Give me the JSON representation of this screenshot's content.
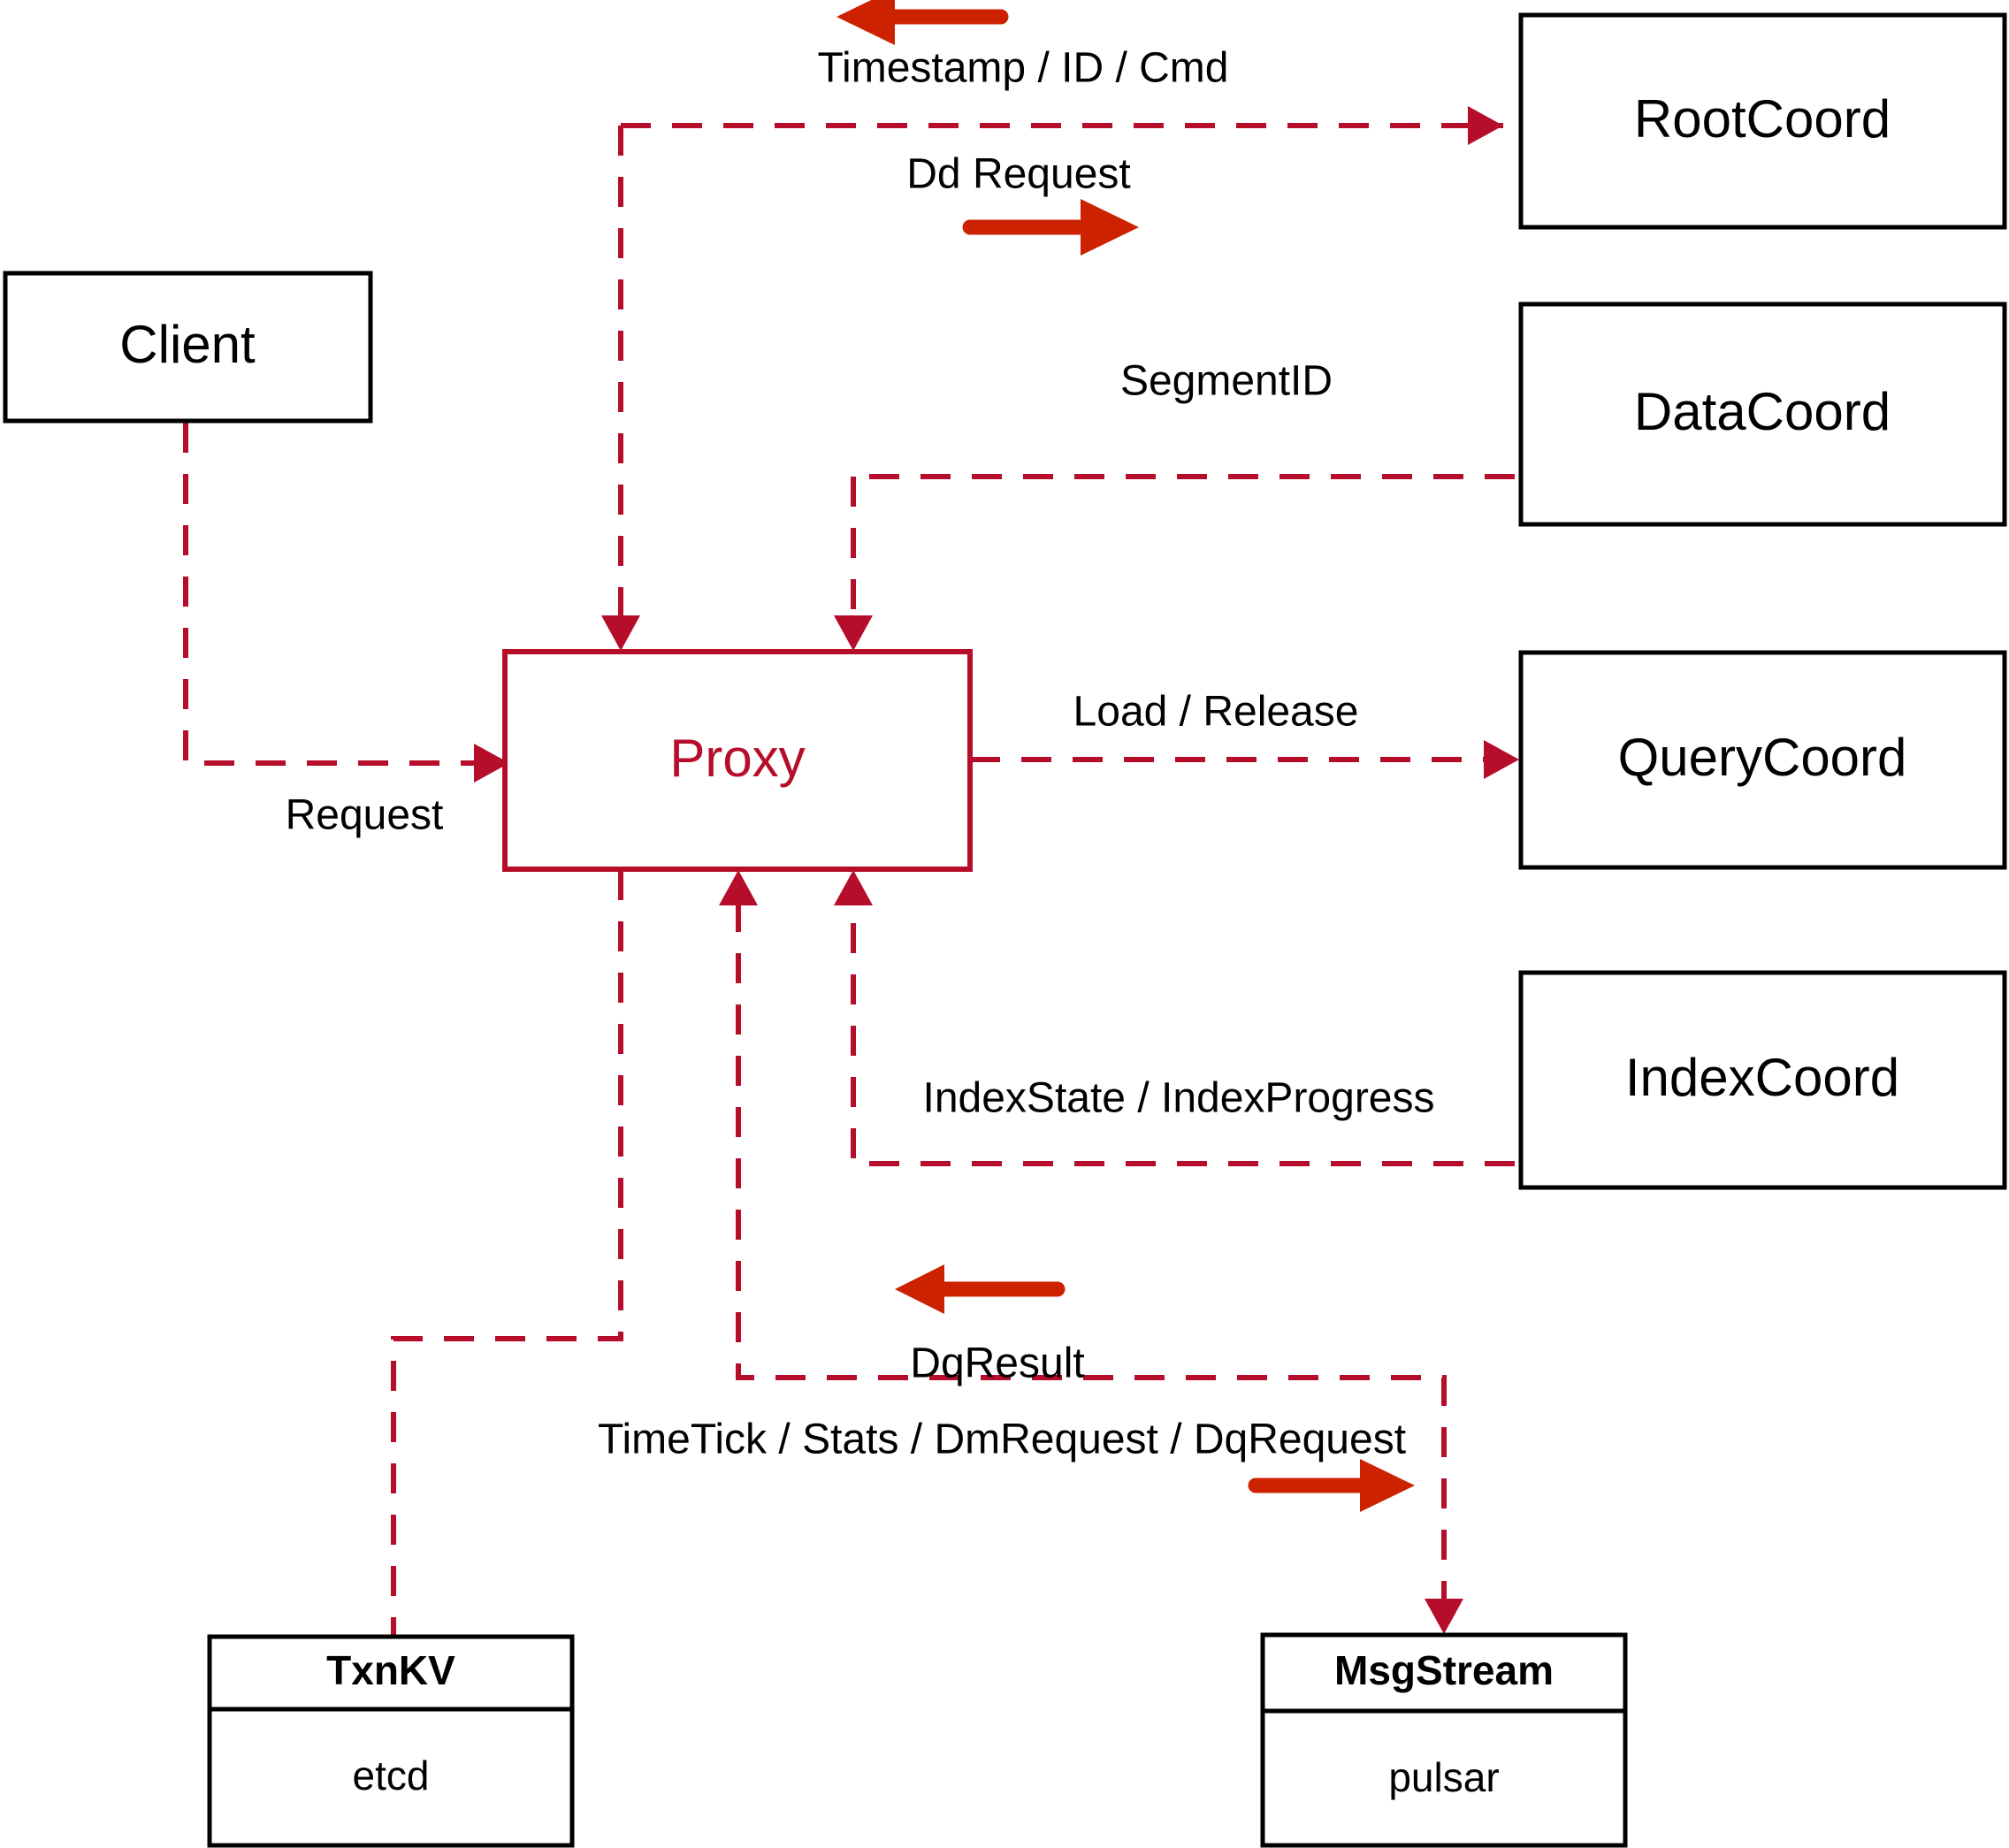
{
  "diagram": {
    "title": "Milvus Proxy component interaction diagram",
    "colors": {
      "accent_red": "#b50d2a",
      "arrow_red": "#cc2200",
      "box_stroke": "#000000",
      "background": "#ffffff"
    },
    "nodes": {
      "client": {
        "label": "Client"
      },
      "proxy": {
        "label": "Proxy"
      },
      "root_coord": {
        "label": "RootCoord"
      },
      "data_coord": {
        "label": "DataCoord"
      },
      "query_coord": {
        "label": "QueryCoord"
      },
      "index_coord": {
        "label": "IndexCoord"
      },
      "txnkv": {
        "label": "TxnKV",
        "impl": "etcd"
      },
      "msgstream": {
        "label": "MsgStream",
        "impl": "pulsar"
      }
    },
    "edges": {
      "timestamp_id_cmd": {
        "label": "Timestamp / ID / Cmd",
        "direction": "left"
      },
      "dd_request": {
        "label": "Dd Request",
        "direction": "right"
      },
      "segment_id": {
        "label": "SegmentID",
        "direction": "left"
      },
      "request": {
        "label": "Request",
        "direction": "right"
      },
      "load_release": {
        "label": "Load / Release",
        "direction": "right"
      },
      "index_state_progress": {
        "label": "IndexState / IndexProgress",
        "direction": "left"
      },
      "dq_result": {
        "label": "DqResult",
        "direction": "left"
      },
      "timetick_stats": {
        "label": "TimeTick / Stats / DmRequest / DqRequest",
        "direction": "right"
      }
    }
  }
}
